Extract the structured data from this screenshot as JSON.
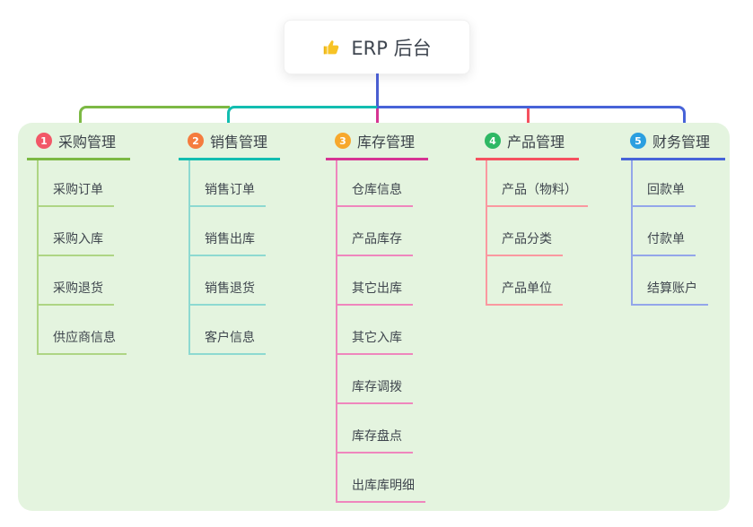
{
  "root": {
    "title": "ERP 后台",
    "icon": "thumbs-up-icon",
    "icon_color": "#f7c325",
    "line_color": "#4a5ed1"
  },
  "branches": [
    {
      "index": "1",
      "label": "采购管理",
      "badge_color": "#f25767",
      "line_color": "#7cb944",
      "child_line_color": "#aed584",
      "children": [
        "采购订单",
        "采购入库",
        "采购退货",
        "供应商信息"
      ]
    },
    {
      "index": "2",
      "label": "销售管理",
      "badge_color": "#f57c3e",
      "line_color": "#12bdb0",
      "child_line_color": "#8dd9d1",
      "children": [
        "销售订单",
        "销售出库",
        "销售退货",
        "客户信息"
      ]
    },
    {
      "index": "3",
      "label": "库存管理",
      "badge_color": "#f7a82c",
      "line_color": "#d63493",
      "child_line_color": "#ef86bd",
      "children": [
        "仓库信息",
        "产品库存",
        "其它出库",
        "其它入库",
        "库存调拨",
        "库存盘点",
        "出库库明细"
      ]
    },
    {
      "index": "4",
      "label": "产品管理",
      "badge_color": "#2eb864",
      "line_color": "#f5515f",
      "child_line_color": "#fa98a0",
      "children": [
        "产品（物料）",
        "产品分类",
        "产品单位"
      ]
    },
    {
      "index": "5",
      "label": "财务管理",
      "badge_color": "#2b9fe0",
      "line_color": "#4763d8",
      "child_line_color": "#93a6ea",
      "children": [
        "回款单",
        "付款单",
        "结算账户"
      ]
    }
  ]
}
